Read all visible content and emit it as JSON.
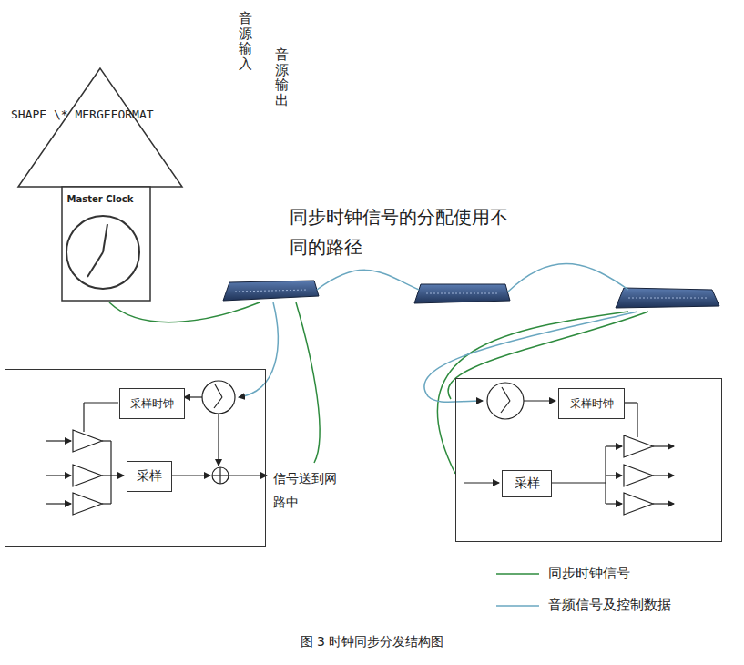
{
  "diagram": {
    "caption": "图 3 时钟同步分发结构图",
    "nodes": [
      {
        "text": [
          "Master Clock"
        ]
      },
      {
        "text": []
      },
      {
        "text": [
          "采样时钟"
        ],
        "in": 1
      },
      {
        "text": [
          "采样"
        ],
        "in": 1
      },
      {
        "text": []
      },
      {
        "text": [
          "采样时钟"
        ],
        "in": 4
      },
      {
        "text": [
          "采样"
        ],
        "in": 4
      }
    ],
    "labels": [
      "SHAPE \\* MERGEFORMAT",
      "音源输入",
      "音源输出",
      "同步时钟信号的分配使用不同的路径",
      "信号送到网路中"
    ],
    "legend": [
      {
        "text": "同步时钟信号"
      },
      {
        "text": "音频信号及控制数据"
      }
    ]
  }
}
